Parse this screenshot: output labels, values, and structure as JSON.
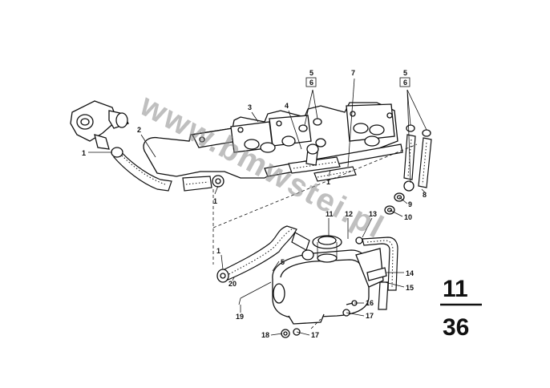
{
  "watermark": "www.bmwstei.pl",
  "sheet": {
    "group": "11",
    "page": "36"
  },
  "callouts": {
    "c1a": "1",
    "c1b": "1",
    "c1c": "1",
    "c1d": "1",
    "c2": "2",
    "c3": "3",
    "c4": "4",
    "c5a": "5",
    "c6a": "6",
    "c5b": "5",
    "c6b": "6",
    "c5c": "5",
    "c7": "7",
    "c8": "8",
    "c9": "9",
    "c10": "10",
    "c11": "11",
    "c12": "12",
    "c13": "13",
    "c14": "14",
    "c15": "15",
    "c16": "16",
    "c17a": "17",
    "c17b": "17",
    "c18": "18",
    "c19": "19",
    "c20": "20"
  }
}
